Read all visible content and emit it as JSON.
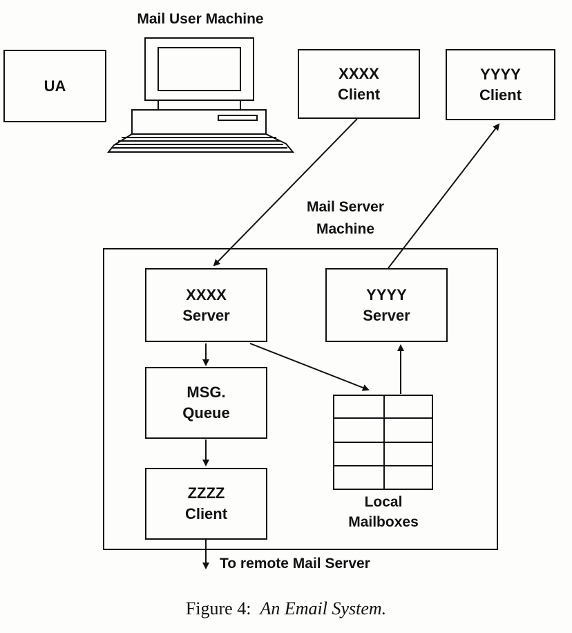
{
  "labels": {
    "mail_user_machine": "Mail User Machine",
    "mail_server_machine_1": "Mail Server",
    "mail_server_machine_2": "Machine",
    "remote": "To remote Mail Server"
  },
  "boxes": {
    "ua": "UA",
    "xxxx_client": [
      "XXXX",
      "Client"
    ],
    "yyyy_client": [
      "YYYY",
      "Client"
    ],
    "xxxx_server": [
      "XXXX",
      "Server"
    ],
    "yyyy_server": [
      "YYYY",
      "Server"
    ],
    "msg_queue": [
      "MSG.",
      "Queue"
    ],
    "zzzz_client": [
      "ZZZZ",
      "Client"
    ]
  },
  "mailboxes": [
    "Local",
    "Mailboxes"
  ],
  "caption": {
    "prefix": "Figure 4:",
    "title": "An Email System."
  }
}
